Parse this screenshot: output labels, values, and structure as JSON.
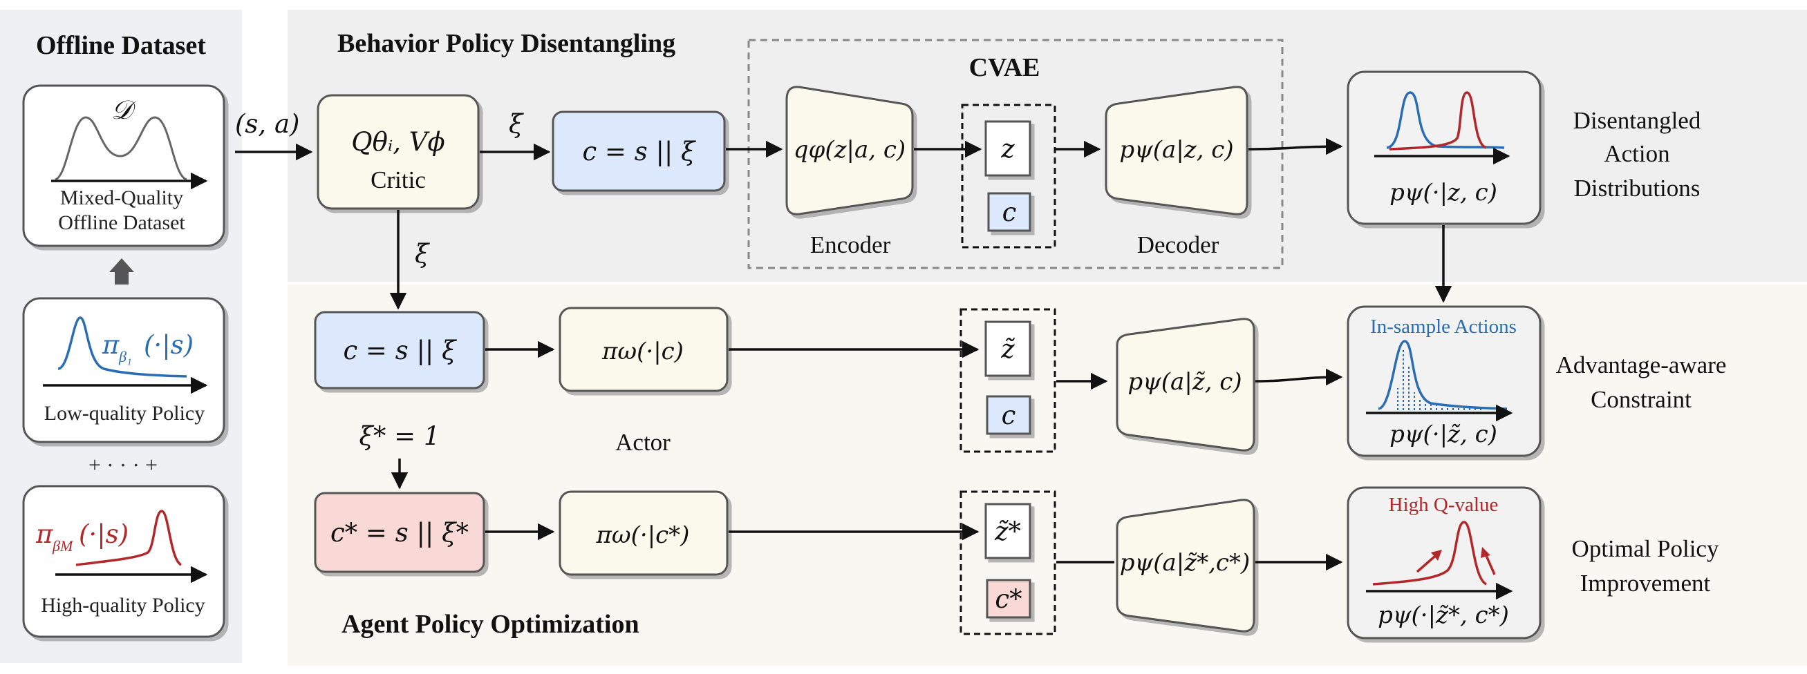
{
  "sections": {
    "offline_dataset": "Offline Dataset",
    "behavior": "Behavior Policy Disentangling",
    "agent": "Agent Policy Optimization",
    "cvae": "CVAE"
  },
  "dataset": {
    "symbol": "𝒟",
    "line1": "Mixed-Quality",
    "line2": "Offline Dataset",
    "low_policy_math": "π",
    "low_policy_sub": "β₁",
    "low_policy_arg": "(·|s)",
    "low_label": "Low-quality Policy",
    "dots": "+ · · · +",
    "high_policy_math": "π",
    "high_policy_sub": "βM",
    "high_policy_arg": "(·|s)",
    "high_label": "High-quality Policy"
  },
  "top": {
    "sa": "(s, a)",
    "critic_math": "Qθᵢ, Vϕ",
    "critic_label": "Critic",
    "xi1": "ξ",
    "c_eq": "c = s || ξ",
    "encoder_math": "qφ(z|a, c)",
    "encoder_label": "Encoder",
    "z": "z",
    "c": "c",
    "decoder_math": "pψ(a|z, c)",
    "decoder_label": "Decoder",
    "dist_math": "pψ(·|z, c)",
    "right_label1": "Disentangled",
    "right_label2": "Action",
    "right_label3": "Distributions"
  },
  "middle": {
    "xi2": "ξ",
    "c_eq": "c = s || ξ",
    "actor_math": "πω(·|c)",
    "actor_label": "Actor",
    "z_tilde": "z̃",
    "c": "c",
    "decoder_math": "pψ(a|z̃, c)",
    "dist_title": "In-sample Actions",
    "dist_math": "pψ(·|z̃, c)",
    "right_label1": "Advantage-aware",
    "right_label2": "Constraint"
  },
  "bottom": {
    "xi_star": "ξ* = 1",
    "c_eq": "c* = s || ξ*",
    "actor_math": "πω(·|c*)",
    "z_star": "z̃*",
    "c_star": "c*",
    "decoder_math": "pψ(a|z̃*,c*)",
    "dist_title": "High Q-value",
    "dist_math": "pψ(·|z̃*, c*)",
    "right_label1": "Optimal Policy",
    "right_label2": "Improvement"
  },
  "colors": {
    "blue_curve": "#2a6db5",
    "red_curve": "#b3272a",
    "title_blue": "#2a6db5",
    "title_red": "#b3272a"
  }
}
